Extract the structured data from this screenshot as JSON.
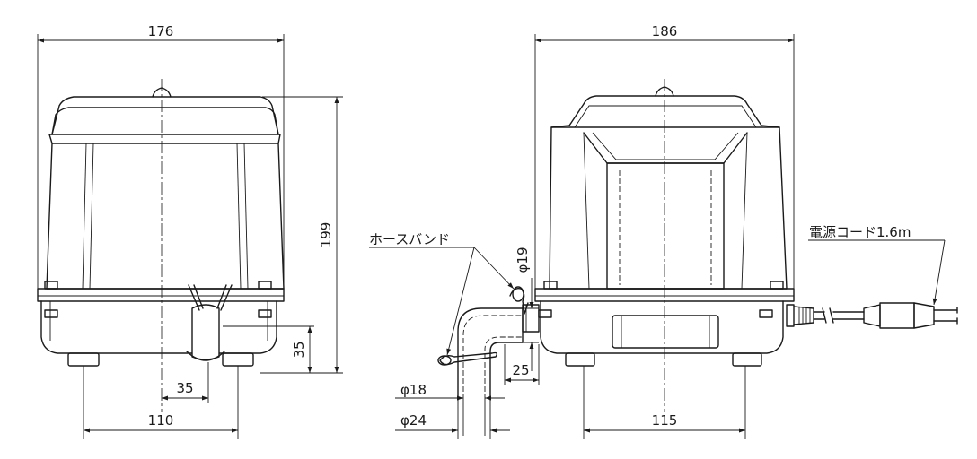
{
  "dimensions": {
    "left_width": "176",
    "left_height": "199",
    "left_outlet_height": "35",
    "left_outlet_offset": "35",
    "left_foot_span": "110",
    "right_width": "186",
    "right_foot_span": "115",
    "outlet_diameter": "φ19",
    "outlet_length": "25",
    "hose_inner_diameter": "φ18",
    "hose_outer_diameter": "φ24"
  },
  "labels": {
    "hose_band": "ホースバンド",
    "power_cord": "電源コード1.6m"
  }
}
